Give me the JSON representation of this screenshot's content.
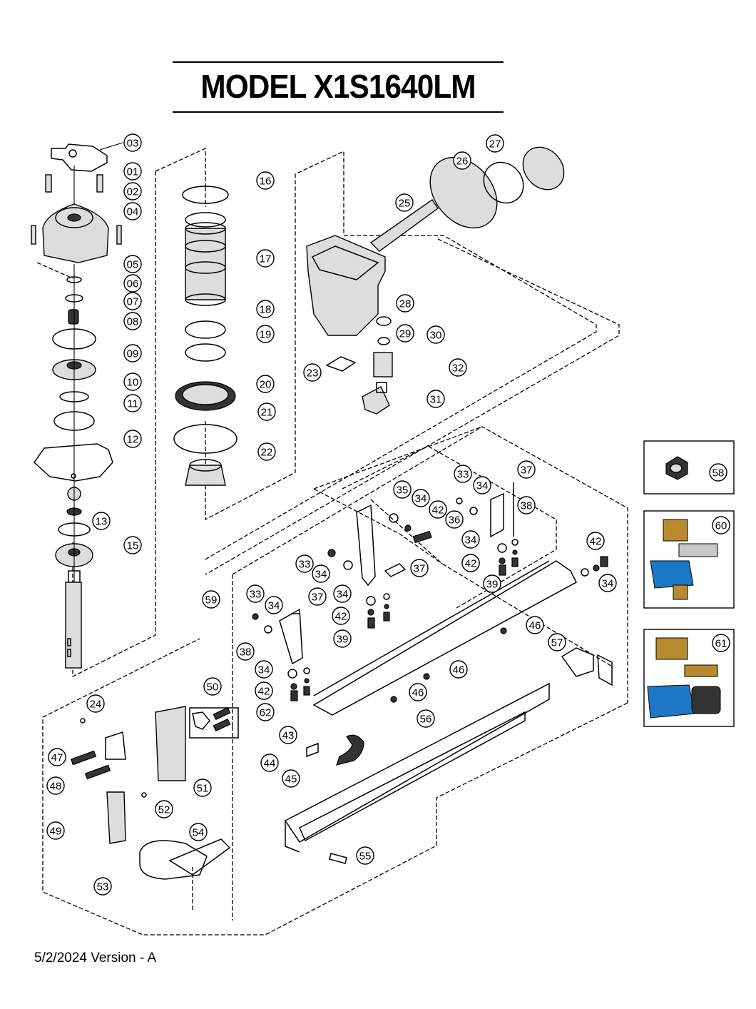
{
  "header": {
    "title": "MODEL  X1S1640LM"
  },
  "footer": {
    "date_version": "5/2/2024  Version - A"
  },
  "callouts": [
    {
      "label": "01"
    },
    {
      "label": "02"
    },
    {
      "label": "03"
    },
    {
      "label": "04"
    },
    {
      "label": "05"
    },
    {
      "label": "06"
    },
    {
      "label": "07"
    },
    {
      "label": "08"
    },
    {
      "label": "09"
    },
    {
      "label": "10"
    },
    {
      "label": "11"
    },
    {
      "label": "12"
    },
    {
      "label": "13"
    },
    {
      "label": "15"
    },
    {
      "label": "16"
    },
    {
      "label": "17"
    },
    {
      "label": "18"
    },
    {
      "label": "19"
    },
    {
      "label": "20"
    },
    {
      "label": "21"
    },
    {
      "label": "22"
    },
    {
      "label": "23"
    },
    {
      "label": "24"
    },
    {
      "label": "25"
    },
    {
      "label": "26"
    },
    {
      "label": "27"
    },
    {
      "label": "28"
    },
    {
      "label": "29"
    },
    {
      "label": "30"
    },
    {
      "label": "31"
    },
    {
      "label": "32"
    },
    {
      "label": "33"
    },
    {
      "label": "33"
    },
    {
      "label": "33"
    },
    {
      "label": "34"
    },
    {
      "label": "34"
    },
    {
      "label": "34"
    },
    {
      "label": "34"
    },
    {
      "label": "34"
    },
    {
      "label": "34"
    },
    {
      "label": "34"
    },
    {
      "label": "34"
    },
    {
      "label": "35"
    },
    {
      "label": "36"
    },
    {
      "label": "37"
    },
    {
      "label": "37"
    },
    {
      "label": "37"
    },
    {
      "label": "38"
    },
    {
      "label": "38"
    },
    {
      "label": "39"
    },
    {
      "label": "39"
    },
    {
      "label": "39"
    },
    {
      "label": "42"
    },
    {
      "label": "42"
    },
    {
      "label": "42"
    },
    {
      "label": "42"
    },
    {
      "label": "42"
    },
    {
      "label": "43"
    },
    {
      "label": "44"
    },
    {
      "label": "45"
    },
    {
      "label": "46"
    },
    {
      "label": "46"
    },
    {
      "label": "46"
    },
    {
      "label": "47"
    },
    {
      "label": "48"
    },
    {
      "label": "49"
    },
    {
      "label": "50"
    },
    {
      "label": "51"
    },
    {
      "label": "52"
    },
    {
      "label": "53"
    },
    {
      "label": "54"
    },
    {
      "label": "55"
    },
    {
      "label": "56"
    },
    {
      "label": "57"
    },
    {
      "label": "58"
    },
    {
      "label": "59"
    },
    {
      "label": "60"
    },
    {
      "label": "61"
    },
    {
      "label": "62"
    }
  ]
}
